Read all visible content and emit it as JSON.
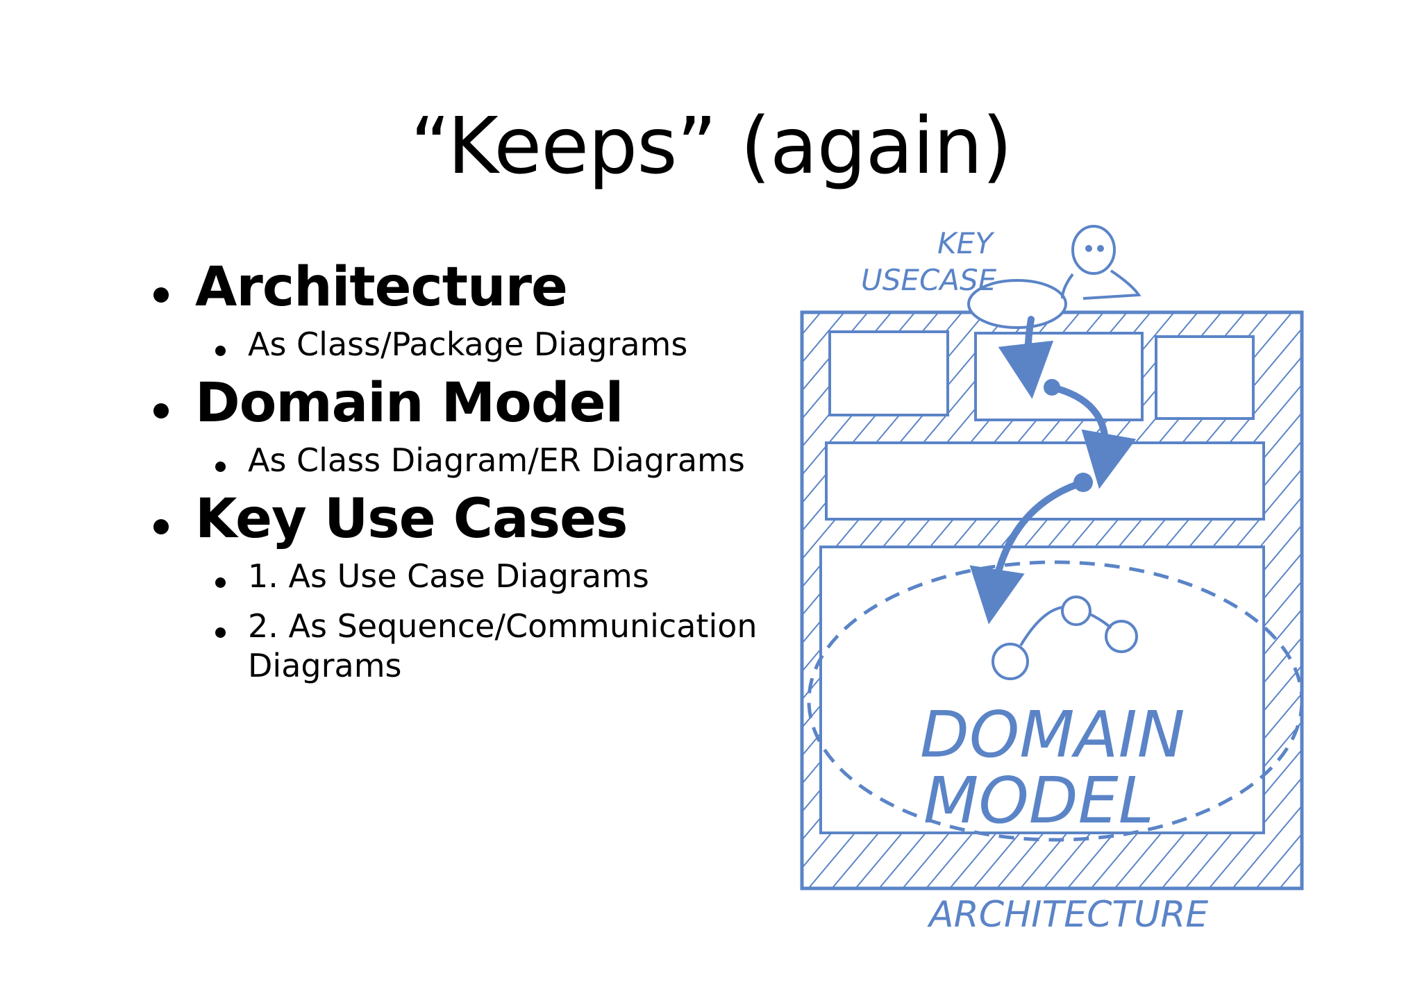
{
  "slide": {
    "title": "“Keeps” (again)",
    "bullets": [
      {
        "heading": "Architecture",
        "sub": [
          "As Class/Package Diagrams"
        ]
      },
      {
        "heading": "Domain Model",
        "sub": [
          "As Class Diagram/ER Diagrams"
        ]
      },
      {
        "heading": "Key Use Cases",
        "sub": [
          "1. As Use Case Diagrams",
          "2. As Sequence/Communication Diagrams"
        ]
      }
    ]
  },
  "sketch": {
    "label_key": "KEY",
    "label_usecase": "USECASE",
    "label_domain": "DOMAIN",
    "label_model": "MODEL",
    "label_architecture": "ARCHITECTURE",
    "ink_color": "#5b84c7"
  }
}
